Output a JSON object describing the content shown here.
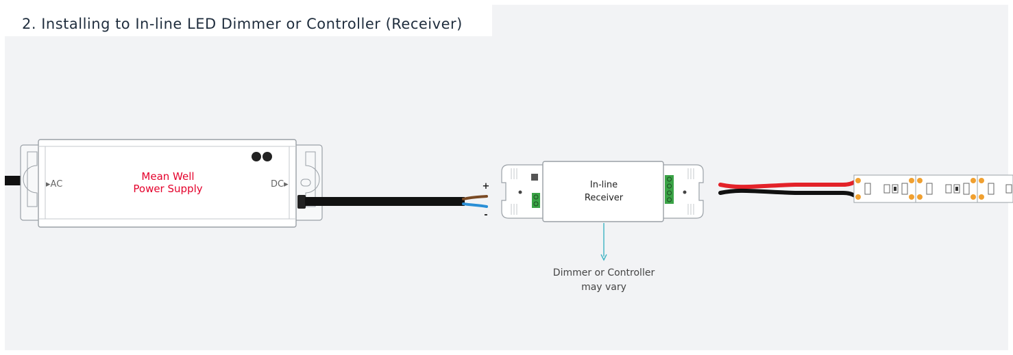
{
  "title": "2. Installing to In-line LED Dimmer or Controller (Receiver)",
  "power_supply": {
    "label_line1": "Mean Well",
    "label_line2": "Power Supply",
    "ac_label": "▸AC",
    "dc_label": "DC▸"
  },
  "receiver": {
    "label_line1": "In-line",
    "label_line2": "Receiver"
  },
  "wire_labels": {
    "positive": "+",
    "negative": "-"
  },
  "note": {
    "line1": "Dimmer or Controller",
    "line2": "may vary"
  },
  "colors": {
    "panel_bg": "#f2f3f5",
    "label_red": "#e4002b",
    "arrow_teal": "#3bb3c3",
    "terminal_green": "#3aa346",
    "wire_red": "#e32229",
    "wire_brown": "#7a4a24",
    "wire_blue": "#2a8fd6",
    "strip_orange": "#f0a030"
  }
}
